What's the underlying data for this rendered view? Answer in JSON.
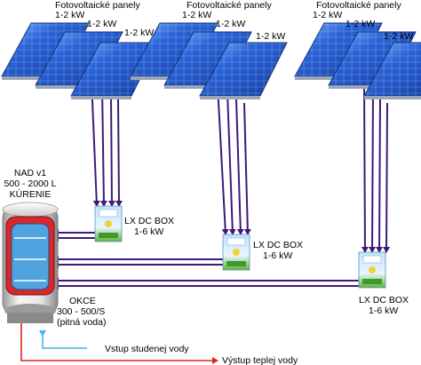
{
  "panel_groups": [
    {
      "title": "Fotovoltaické panely",
      "panel_labels": [
        "1-2 kW",
        "1-2 kW",
        "1-2 kW"
      ]
    },
    {
      "title": "Fotovoltaické panely",
      "panel_labels": [
        "1-2 kW",
        "1-2 kW",
        "1-2 kW"
      ]
    },
    {
      "title": "Fotovoltaické panely",
      "panel_labels": [
        "1-2 kW",
        "1-2 kW",
        "1-2 kW"
      ]
    }
  ],
  "dc_boxes": [
    {
      "name": "LX DC BOX",
      "power": "1-6 kW"
    },
    {
      "name": "LX DC BOX",
      "power": "1-6 kW"
    },
    {
      "name": "LX DC BOX",
      "power": "1-6 kW"
    }
  ],
  "tank": {
    "name": "NAD v1",
    "volume": "500 - 2000 L",
    "purpose": "KÚRENIE"
  },
  "heater": {
    "name": "OKCE",
    "volume": "300 - 500/S",
    "purpose": "(pitná voda)"
  },
  "cold_inlet": "Vstup studenej vody",
  "hot_outlet": "Výstup teplej vody",
  "colors": {
    "wire": "#3d1a78",
    "panel_blue": "#1f56c9",
    "tank_red": "#d8282a",
    "heater_blue": "#4fa3df",
    "cold_line": "#3fb5e8",
    "hot_line": "#e0231f"
  }
}
